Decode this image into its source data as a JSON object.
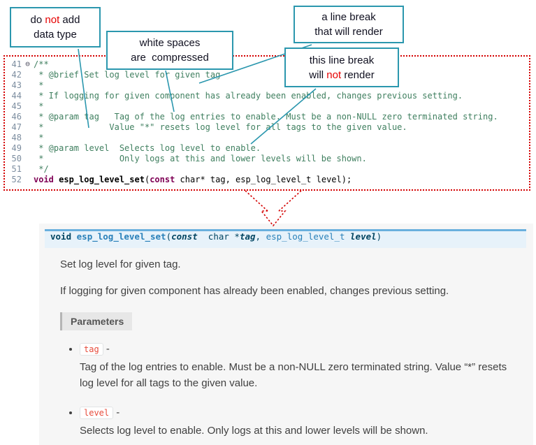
{
  "palette": {
    "callout_border": "#2B97AE",
    "red_accent": "#E60000",
    "dotted_outline_red": "#D40000",
    "code_comment_green": "#3F7F5F",
    "code_keyword_purple": "#7F0055",
    "signature_bg": "#E7F2FA",
    "signature_border_blue": "#6AB0DE",
    "doc_bg": "#F6F6F6",
    "param_name_red": "#E74C3C"
  },
  "callouts": [
    {
      "name": "no-datatype",
      "lines": [
        [
          {
            "t": "do "
          },
          {
            "t": "not",
            "c": "red"
          },
          {
            "t": " add"
          }
        ],
        [
          {
            "t": "data type"
          }
        ]
      ]
    },
    {
      "name": "whitespace-compressed",
      "lines": [
        [
          {
            "t": "white spaces"
          }
        ],
        [
          {
            "t": "are  compressed"
          }
        ]
      ]
    },
    {
      "name": "line-break-renders",
      "lines": [
        [
          {
            "t": "a line break"
          }
        ],
        [
          {
            "t": "that will render"
          }
        ]
      ]
    },
    {
      "name": "line-break-not-render",
      "lines": [
        [
          {
            "t": "this line break"
          }
        ],
        [
          {
            "t": "will "
          },
          {
            "t": "not",
            "c": "red"
          },
          {
            "t": " render"
          }
        ]
      ]
    }
  ],
  "code": {
    "lines": [
      {
        "num": "41",
        "fold": "⊖",
        "segs": [
          {
            "t": "/**",
            "c": "cm"
          }
        ]
      },
      {
        "num": "42",
        "segs": [
          {
            "t": " * @brief Set log level for given tag",
            "c": "cm"
          }
        ]
      },
      {
        "num": "43",
        "segs": [
          {
            "t": " *",
            "c": "cm"
          }
        ]
      },
      {
        "num": "44",
        "segs": [
          {
            "t": " * If logging for given component has already been enabled, changes previous setting.",
            "c": "cm"
          }
        ]
      },
      {
        "num": "45",
        "segs": [
          {
            "t": " *",
            "c": "cm"
          }
        ]
      },
      {
        "num": "46",
        "segs": [
          {
            "t": " * @param tag   Tag of the log entries to enable. Must be a non-NULL zero terminated string.",
            "c": "cm"
          }
        ]
      },
      {
        "num": "47",
        "segs": [
          {
            "t": " *             Value \"*\" resets log level for all tags to the given value.",
            "c": "cm"
          }
        ]
      },
      {
        "num": "48",
        "segs": [
          {
            "t": " *",
            "c": "cm"
          }
        ]
      },
      {
        "num": "49",
        "segs": [
          {
            "t": " * @param level  Selects log level to enable.",
            "c": "cm"
          }
        ]
      },
      {
        "num": "50",
        "segs": [
          {
            "t": " *               Only logs at this and lower levels will be shown.",
            "c": "cm"
          }
        ]
      },
      {
        "num": "51",
        "segs": [
          {
            "t": " */",
            "c": "cm"
          }
        ]
      },
      {
        "num": "52",
        "segs": [
          {
            "t": "void",
            "c": "kw"
          },
          {
            "t": " ",
            "c": "pl"
          },
          {
            "t": "esp_log_level_set",
            "c": "fn"
          },
          {
            "t": "(",
            "c": "pl"
          },
          {
            "t": "const",
            "c": "kw"
          },
          {
            "t": " char* tag, esp_log_level_t level);",
            "c": "pl"
          }
        ]
      }
    ]
  },
  "doc": {
    "signature": {
      "segs": [
        {
          "t": "void",
          "c": "s-kw"
        },
        {
          "t": " ",
          "c": "s-pl"
        },
        {
          "t": "esp_log_level_set",
          "c": "s-name"
        },
        {
          "t": "(",
          "c": "s-pl"
        },
        {
          "t": "const",
          "c": "s-kwi"
        },
        {
          "t": "  char *",
          "c": "s-pl"
        },
        {
          "t": "tag",
          "c": "s-param"
        },
        {
          "t": ", ",
          "c": "s-pl"
        },
        {
          "t": "esp_log_level_t",
          "c": "s-type"
        },
        {
          "t": " ",
          "c": "s-pl"
        },
        {
          "t": "level",
          "c": "s-param"
        },
        {
          "t": ")",
          "c": "s-pl"
        }
      ]
    },
    "brief": "Set log level for given tag.",
    "description": "If logging for given component has already been enabled, changes previous setting.",
    "parameters_label": "Parameters",
    "params": [
      {
        "name": "tag",
        "sep": "-",
        "desc": "Tag of the log entries to enable. Must be a non-NULL zero terminated string. Value “*” resets log level for all tags to the given value."
      },
      {
        "name": "level",
        "sep": "-",
        "desc": "Selects log level to enable. Only logs at this and lower levels will be shown."
      }
    ]
  }
}
